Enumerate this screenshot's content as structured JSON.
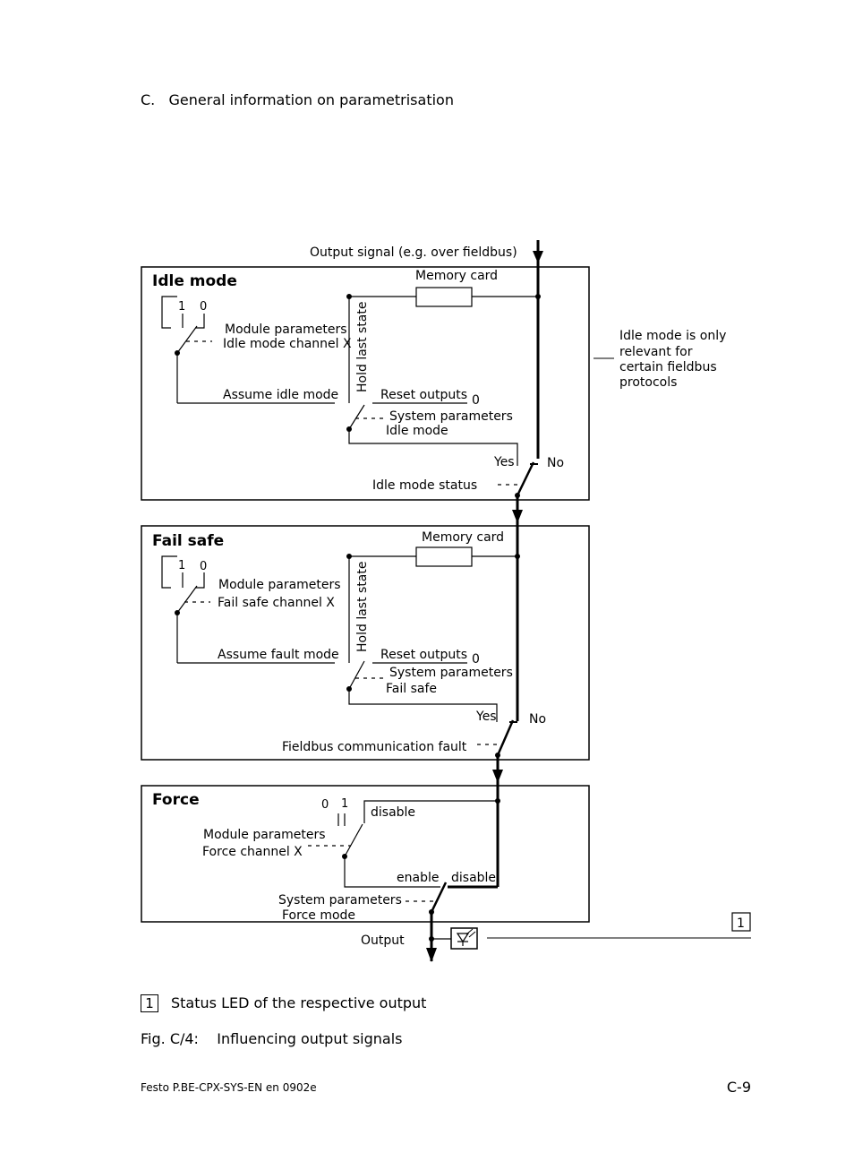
{
  "page": {
    "header": "C.   General information on parametrisation",
    "caption": "Fig. C/4:    Influencing output signals",
    "footer_left": "Festo P.BE-CPX-SYS-EN  en 0902e",
    "footer_right": "C-9",
    "legend": {
      "number": "1",
      "text": "Status LED of the respective output"
    }
  },
  "diagram": {
    "input_label": "Output signal (e.g. over fieldbus)",
    "note": [
      "Idle mode is only",
      "relevant for",
      "certain fieldbus",
      "protocols"
    ],
    "note_marker": "1",
    "idle": {
      "title": "Idle mode",
      "memory_card": "Memory card",
      "sw_1": "1",
      "sw_0": "0",
      "module_params": "Module parameters",
      "module_channel": "Idle mode channel X",
      "hold_last_state": "Hold last state",
      "assume": "Assume idle mode",
      "reset_outputs": "Reset outputs",
      "reset_zero": "0",
      "system_params": "System parameters",
      "system_sub": "Idle mode",
      "yes": "Yes",
      "no": "No",
      "status": "Idle mode status"
    },
    "fail": {
      "title": "Fail safe",
      "memory_card": "Memory card",
      "sw_1": "1",
      "sw_0": "0",
      "module_params": "Module parameters",
      "module_channel": "Fail safe channel X",
      "hold_last_state": "Hold last state",
      "assume": "Assume fault mode",
      "reset_outputs": "Reset outputs",
      "reset_zero": "0",
      "system_params": "System parameters",
      "system_sub": "Fail safe",
      "yes": "Yes",
      "no": "No",
      "status": "Fieldbus communication fault"
    },
    "force": {
      "title": "Force",
      "sw_0": "0",
      "sw_1": "1",
      "disable_top": "disable",
      "module_params": "Module parameters",
      "module_channel": "Force channel X",
      "enable": "enable",
      "disable_bottom": "disable",
      "system_params": "System parameters",
      "system_sub": "Force mode"
    },
    "output": "Output"
  }
}
